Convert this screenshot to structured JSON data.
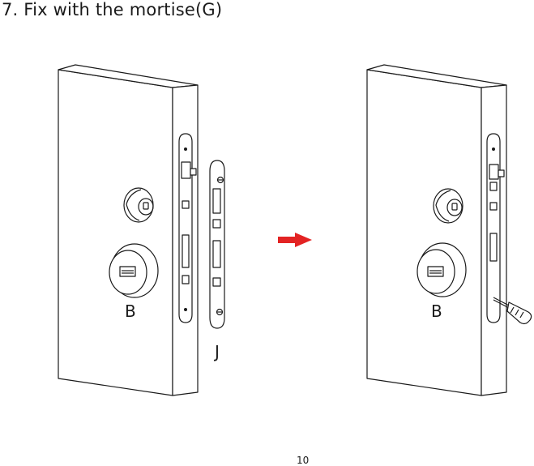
{
  "page": {
    "heading": "7. Fix with the mortise(G)",
    "page_number": "10"
  },
  "figure": {
    "left_label_lock": "B",
    "left_label_plate": "J",
    "right_label_lock": "B",
    "arrow_color": "#e32323"
  }
}
